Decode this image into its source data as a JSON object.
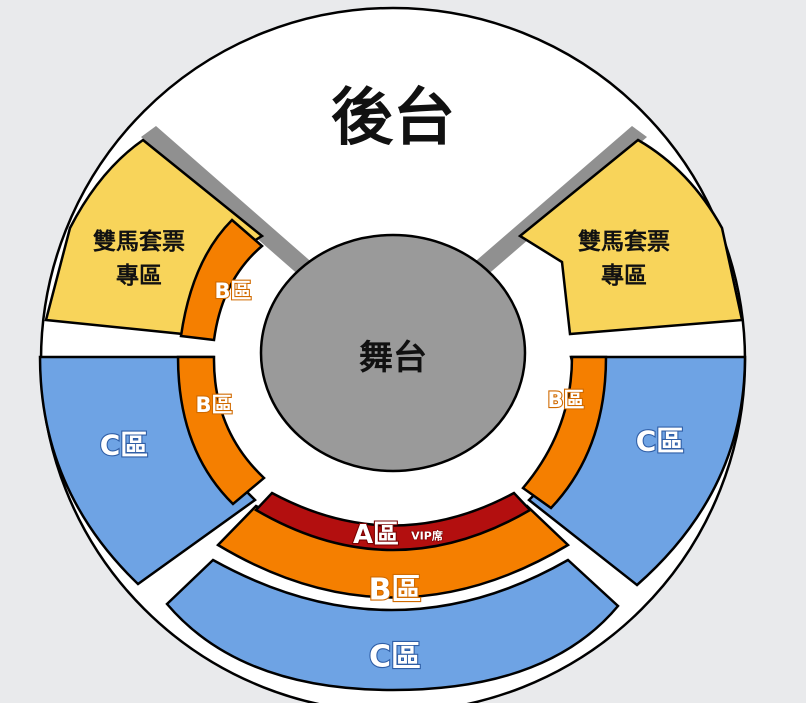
{
  "map": {
    "backstage": "後台",
    "stage": "舞台",
    "double_ticket_zone": [
      "雙馬套票",
      "專區"
    ],
    "zone_a": "A區",
    "zone_a_vip": "VIP席",
    "zone_b": "B區",
    "zone_c": "C區"
  },
  "colors": {
    "background": "#e9eaec",
    "backstage": "#ffffff",
    "stage": "#9a9a9a",
    "aisle_gray": "#909090",
    "double_ticket_zone": "#f8d45a",
    "zone_a": "#b30f0f",
    "zone_b": "#f57f00",
    "zone_c": "#6ea3e4",
    "outline": "#000000"
  }
}
